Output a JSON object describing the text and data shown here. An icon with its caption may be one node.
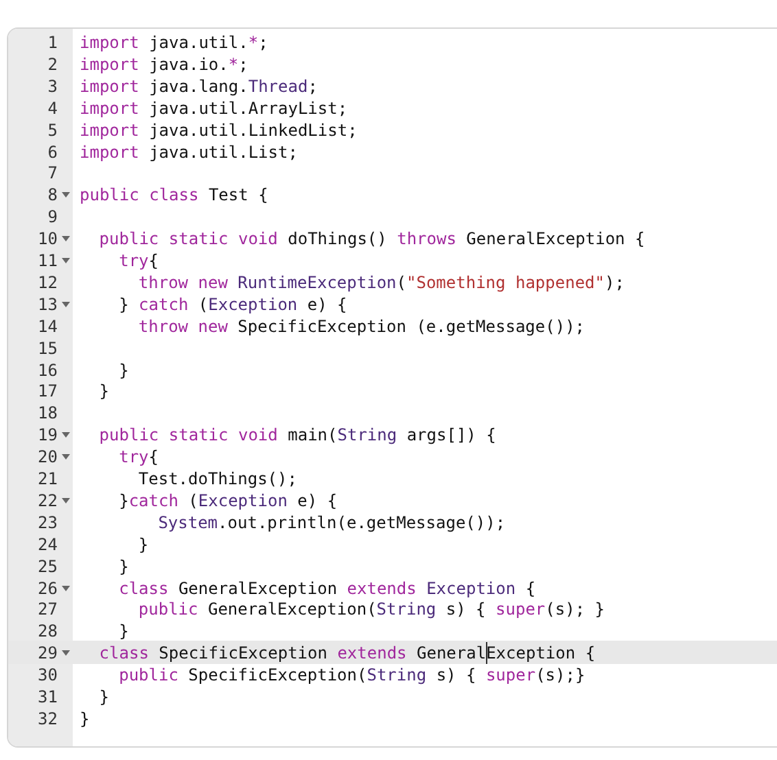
{
  "diagram": {
    "labels": [
      "1",
      "import java.util.*;",
      "2",
      "import java.io.*;",
      "3",
      "import java.lang.Thread;",
      "4",
      "import java.util.ArrayList;",
      "5",
      "import java.util.LinkedList;",
      "6",
      "import java.util.List;",
      "7",
      "8",
      "public class Test {",
      "9",
      "10",
      "public static void doThings() throws GeneralException {",
      "11",
      "try{",
      "12",
      "throw new RuntimeException(\"Something happened\");",
      "13",
      "} catch (Exception e) {",
      "14",
      "throw new SpecificException (e.getMessage());",
      "15",
      "16",
      "}",
      "17",
      "}",
      "18",
      "19",
      "public static void main(String args[]) {",
      "20",
      "try{",
      "21",
      "Test.doThings();",
      "22",
      "}catch (Exception e) {",
      "23",
      "System.out.println(e.getMessage());",
      "24",
      "}",
      "25",
      "}",
      "26",
      "class GeneralException extends Exception {",
      "27",
      "public GeneralException(String s) { super(s); }",
      "28",
      "}",
      "29",
      "class SpecificException extends GeneralException {",
      "30",
      "public SpecificException(String s) { super(s);}",
      "31",
      "}",
      "32",
      "}"
    ]
  }
}
